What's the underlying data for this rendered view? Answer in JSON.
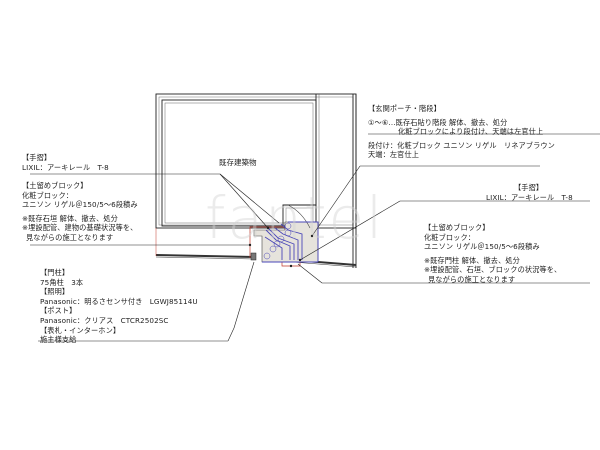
{
  "drawing": {
    "building_label": "既存建築物",
    "watermark": "fantel",
    "step_numbers": [
      "①",
      "②",
      "③",
      "④",
      "⑤",
      "⑥"
    ],
    "colors": {
      "lines": "#222222",
      "steps": "#4a47b8",
      "boundary_red": "#c0392b",
      "porch_fill": "#e6e3dc"
    }
  },
  "notes": {
    "porch": {
      "title": "【玄関ポーチ・階段】",
      "line1": "①～⑥…既存石貼り階段 解体、撤去、処分",
      "line2": "化粧ブロックにより段付け、天端は左官仕上",
      "line3": "段付け：化粧ブロック ユニソン リゲル　リネアブラウン",
      "line4": "天端：左官仕上"
    },
    "handrail_left": {
      "title": "【手摺】",
      "line1": "LIXIL：アーキレール　T-8"
    },
    "retaining_left": {
      "title": "【土留めブロック】",
      "line1": "化粧ブロック：",
      "line2": "ユニソン リゲル＠150/5～6段積み",
      "line3": "※既存石垣 解体、撤去、処分",
      "line4": "※埋設配管、建物の基礎状況等を、",
      "line5": "見ながらの施工となります"
    },
    "handrail_right": {
      "title": "【手摺】",
      "line1": "LIXIL：アーキレール　T-8"
    },
    "retaining_right": {
      "title": "【土留めブロック】",
      "line1": "化粧ブロック：",
      "line2": "ユニソン リゲル＠150/5～6段積み",
      "line3": "※既存門柱 解体、撤去、処分",
      "line4": "※埋設配管、石垣、ブロックの状況等を、",
      "line5": "見ながらの施工となります"
    },
    "gate": {
      "title_post": "【門柱】",
      "post": "75角柱　3本",
      "title_light": "【照明】",
      "light": "Panasonic：明るさセンサ付き　LGWJ85114U",
      "title_mailbox": "【ポスト】",
      "mailbox": "Panasonic：クリアス　CTCR2502SC",
      "title_nameplate": "【表札・インターホン】",
      "nameplate": "施主様支給"
    }
  }
}
